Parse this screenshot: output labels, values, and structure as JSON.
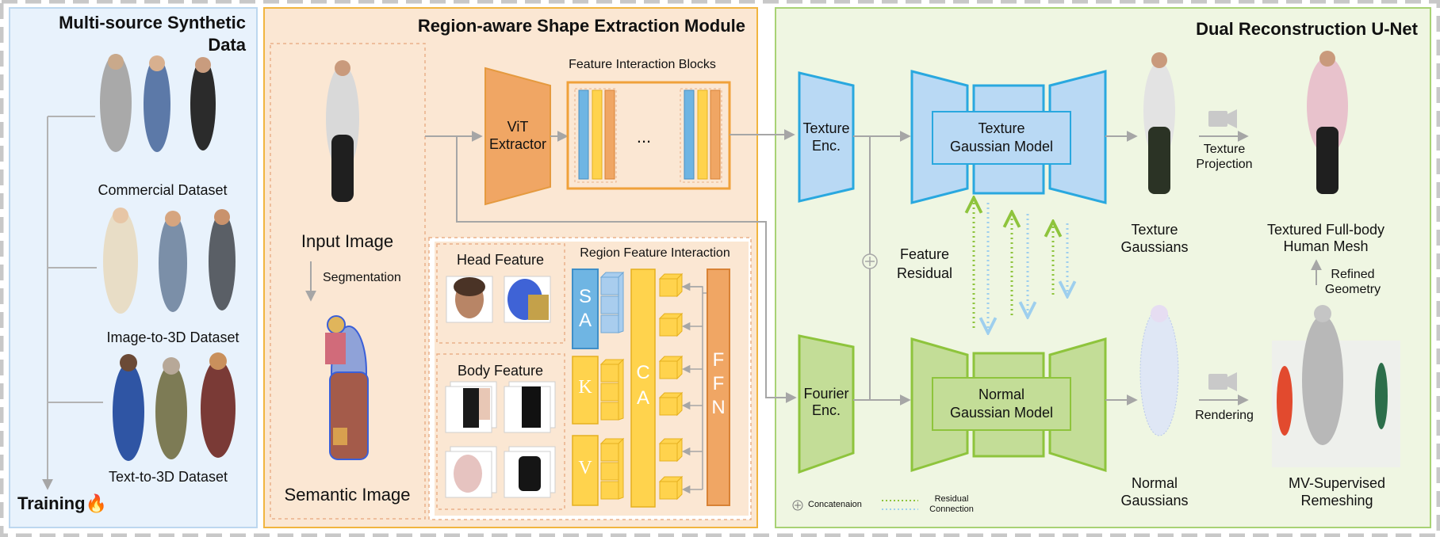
{
  "panels": {
    "data": {
      "title_line1": "Multi-source Synthetic",
      "title_line2": "Data"
    },
    "shape": {
      "title": "Region-aware Shape Extraction Module"
    },
    "recon": {
      "title": "Dual Reconstruction U-Net"
    }
  },
  "datasets": {
    "commercial": "Commercial Dataset",
    "image3d": "Image-to-3D Dataset",
    "text3d": "Text-to-3D Dataset",
    "training": "Training",
    "training_icon": "fire-icon"
  },
  "shape": {
    "input_image": "Input Image",
    "segmentation": "Segmentation",
    "semantic_image": "Semantic Image",
    "vit_line1": "ViT",
    "vit_line2": "Extractor",
    "fib_title": "Feature Interaction Blocks",
    "ellipsis": "...",
    "rfi_title": "Region Feature Interaction",
    "head_feature": "Head Feature",
    "body_feature": "Body Feature",
    "sa_letters": [
      "S",
      "A"
    ],
    "k_letter": "K",
    "v_letter": "V",
    "ca_letters": [
      "C",
      "A"
    ],
    "ffn_letters": [
      "F",
      "F",
      "N"
    ]
  },
  "recon": {
    "texture_enc_line1": "Texture",
    "texture_enc_line2": "Enc.",
    "fourier_enc_line1": "Fourier",
    "fourier_enc_line2": "Enc.",
    "texture_model_line1": "Texture",
    "texture_model_line2": "Gaussian Model",
    "normal_model_line1": "Normal",
    "normal_model_line2": "Gaussian Model",
    "feature_residual_line1": "Feature",
    "feature_residual_line2": "Residual",
    "texture_gaussians_line1": "Texture",
    "texture_gaussians_line2": "Gaussians",
    "normal_gaussians_line1": "Normal",
    "normal_gaussians_line2": "Gaussians",
    "texture_projection_line1": "Texture",
    "texture_projection_line2": "Projection",
    "rendering": "Rendering",
    "textured_mesh_line1": "Textured Full-body",
    "textured_mesh_line2": "Human Mesh",
    "refined_geometry_line1": "Refined",
    "refined_geometry_line2": "Geometry",
    "remeshing_line1": "MV-Supervised",
    "remeshing_line2": "Remeshing"
  },
  "legend": {
    "concat_symbol": "⊕",
    "concat_label": "Concatenaion",
    "residual_line1": "Residual",
    "residual_line2": "Connection"
  },
  "colors": {
    "orange": "#f0a664",
    "orange_border": "#e59a3f",
    "blue_fill": "#b9d9f4",
    "blue_border": "#29a8df",
    "green_fill": "#c3dd97",
    "green_border": "#8ec43c",
    "yellow": "#ffd34d",
    "gray_arrow": "#a6a6a6"
  }
}
